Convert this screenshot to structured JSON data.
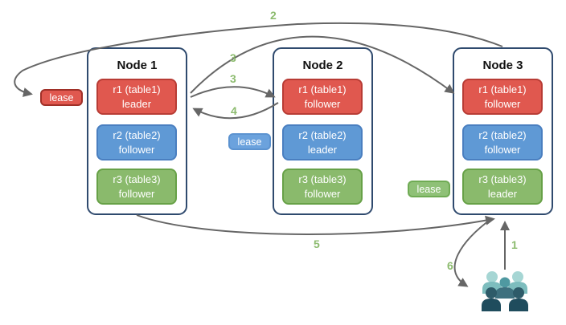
{
  "nodes": [
    {
      "title": "Node 1",
      "replicas": [
        {
          "name": "r1 (table1)",
          "role": "leader",
          "color": "red"
        },
        {
          "name": "r2 (table2)",
          "role": "follower",
          "color": "blue"
        },
        {
          "name": "r3 (table3)",
          "role": "follower",
          "color": "green"
        }
      ]
    },
    {
      "title": "Node 2",
      "replicas": [
        {
          "name": "r1 (table1)",
          "role": "follower",
          "color": "red"
        },
        {
          "name": "r2 (table2)",
          "role": "leader",
          "color": "blue"
        },
        {
          "name": "r3 (table3)",
          "role": "follower",
          "color": "green"
        }
      ]
    },
    {
      "title": "Node 3",
      "replicas": [
        {
          "name": "r1 (table1)",
          "role": "follower",
          "color": "red"
        },
        {
          "name": "r2 (table2)",
          "role": "follower",
          "color": "blue"
        },
        {
          "name": "r3 (table3)",
          "role": "leader",
          "color": "green"
        }
      ]
    }
  ],
  "leases": {
    "red": "lease",
    "blue": "lease",
    "green": "lease"
  },
  "steps": {
    "1": "1",
    "2": "2",
    "3a": "3",
    "3b": "3",
    "4": "4",
    "5": "5",
    "6": "6"
  },
  "colors": {
    "leader_red": "#e0584f",
    "follower_blue": "#5f99d5",
    "follower_green": "#8aba6c",
    "node_border": "#2f4a6e",
    "arrow_gray": "#666666",
    "step_green": "#8cbb6e",
    "users_light_teal": "#a6d6d4",
    "users_mid_teal": "#4f99a1",
    "users_dark_slate": "#2e5b69"
  }
}
